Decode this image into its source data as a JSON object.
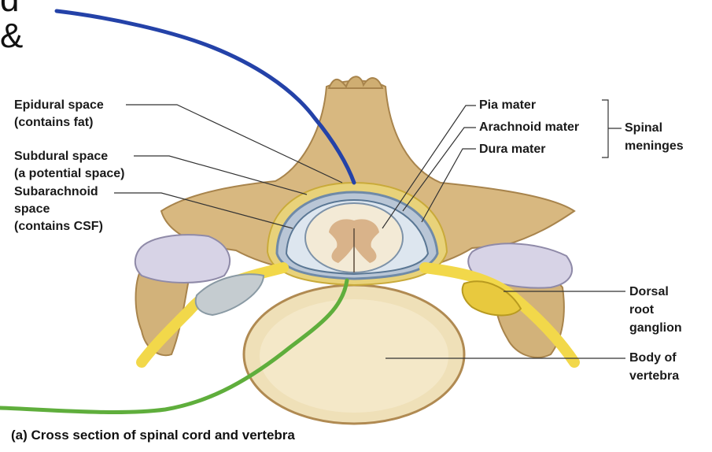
{
  "overlay_text": {
    "top_left_a": "d",
    "top_left_b": "&"
  },
  "labels": {
    "epidural_1": "Epidural space",
    "epidural_2": "(contains fat)",
    "subdural_1": "Subdural space",
    "subdural_2": "(a potential space)",
    "subarach_1": "Subarachnoid",
    "subarach_2": "space",
    "subarach_3": "(contains CSF)",
    "pia": "Pia mater",
    "arachnoid": "Arachnoid mater",
    "dura": "Dura mater",
    "meninges_1": "Spinal",
    "meninges_2": "meninges",
    "drg_1": "Dorsal",
    "drg_2": "root",
    "drg_3": "ganglion",
    "body_1": "Body of",
    "body_2": "vertebra"
  },
  "caption": "(a) Cross section of spinal cord and vertebra",
  "colors": {
    "bone": "#d8b880",
    "bone_dark": "#a8844c",
    "fat": "#e8d27a",
    "dura": "#6f8aa8",
    "nerve": "#f2d84a",
    "cord_white": "#f3ead6",
    "cord_gray": "#d9b38a",
    "cartilage": "#d7d3e6",
    "ink_blue": "#2442a8",
    "ink_green": "#5fae3c"
  }
}
